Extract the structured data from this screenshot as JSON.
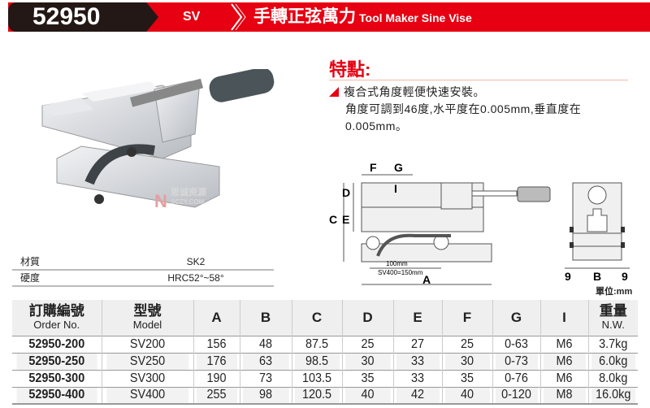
{
  "header": {
    "code": "52950",
    "series": "SV",
    "title_zh": "手轉正弦萬力",
    "title_en": "Tool Maker Sine Vise"
  },
  "features": {
    "heading": "特點:",
    "lines": [
      "複合式角度輕便快速安裝。",
      "角度可調到46度,水平度在0.005mm,垂直度在",
      "0.005mm。"
    ]
  },
  "watermark": {
    "brand": "思诚资源",
    "url": "SCZY.COM"
  },
  "properties": [
    {
      "label": "材質",
      "value": "SK2"
    },
    {
      "label": "硬度",
      "value": "HRC52°~58°"
    }
  ],
  "diagram": {
    "labels": [
      "F",
      "G",
      "D",
      "I",
      "C",
      "E",
      "A",
      "9",
      "B",
      "9"
    ],
    "span1": "100mm",
    "span2": "SV400=150mm"
  },
  "unit": "單位:mm",
  "table": {
    "headers": [
      {
        "zh": "訂購編號",
        "en": "Order No."
      },
      {
        "zh": "型號",
        "en": "Model"
      },
      {
        "zh": "A"
      },
      {
        "zh": "B"
      },
      {
        "zh": "C"
      },
      {
        "zh": "D"
      },
      {
        "zh": "E"
      },
      {
        "zh": "F"
      },
      {
        "zh": "G"
      },
      {
        "zh": "I"
      },
      {
        "zh": "重量",
        "en": "N.W."
      }
    ],
    "rows": [
      [
        "52950-200",
        "SV200",
        "156",
        "48",
        "87.5",
        "25",
        "27",
        "25",
        "0-63",
        "M6",
        "3.7kg"
      ],
      [
        "52950-250",
        "SV250",
        "176",
        "63",
        "98.5",
        "30",
        "33",
        "30",
        "0-73",
        "M6",
        "6.0kg"
      ],
      [
        "52950-300",
        "SV300",
        "190",
        "73",
        "103.5",
        "35",
        "33",
        "35",
        "0-76",
        "M6",
        "8.0kg"
      ],
      [
        "52950-400",
        "SV400",
        "255",
        "98",
        "120.5",
        "40",
        "42",
        "40",
        "0-120",
        "M8",
        "16.0kg"
      ]
    ]
  },
  "colors": {
    "brand_red": "#e60012",
    "dark": "#231815"
  }
}
